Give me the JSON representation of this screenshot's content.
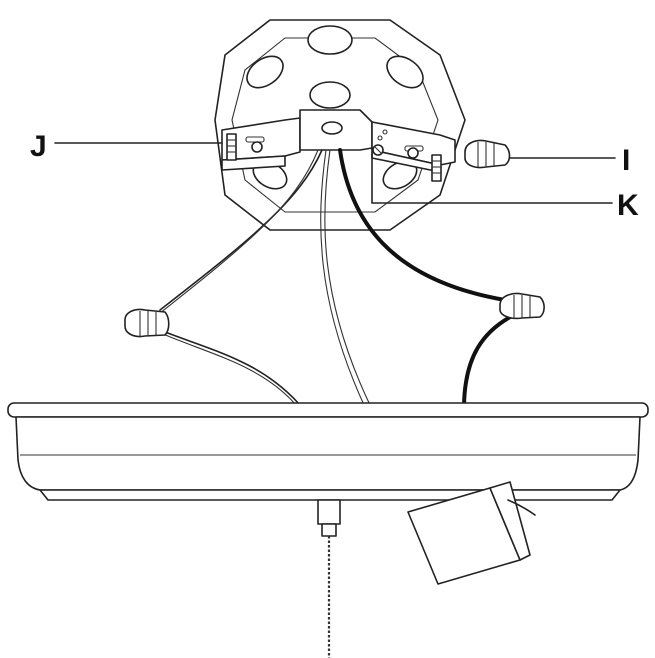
{
  "labels": {
    "I": "I",
    "J": "J",
    "K": "K"
  },
  "colors": {
    "line": "#222222",
    "background": "#ffffff",
    "black_wire": "#111111"
  }
}
